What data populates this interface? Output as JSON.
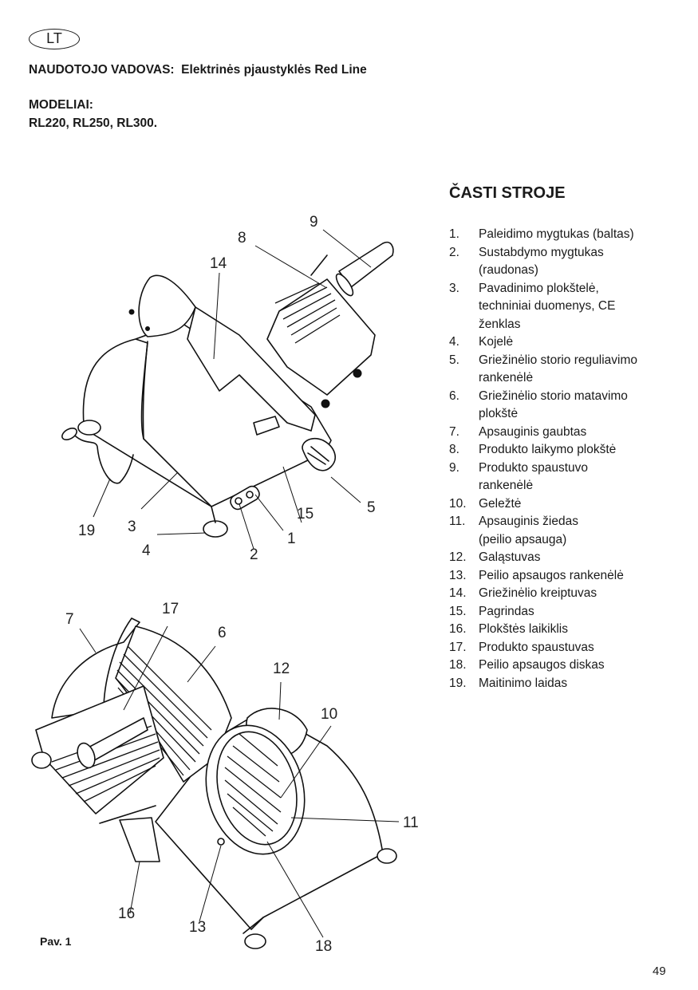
{
  "header": {
    "language_badge": "LT",
    "manual_title": "NAUDOTOJO VADOVAS:  Elektrinės pjaustyklės Red Line",
    "models_label": "MODELIAI:",
    "models_value": "RL220, RL250, RL300."
  },
  "parts": {
    "heading": "ČASTI STROJE",
    "items": [
      {
        "num": "1.",
        "lines": [
          "Paleidimo mygtukas (baltas)"
        ]
      },
      {
        "num": "2.",
        "lines": [
          "Sustabdymo mygtukas",
          "(raudonas)"
        ]
      },
      {
        "num": "3.",
        "lines": [
          "Pavadinimo plokštelė,",
          "techniniai duomenys, CE",
          "ženklas"
        ]
      },
      {
        "num": "4.",
        "lines": [
          "Kojelė"
        ]
      },
      {
        "num": "5.",
        "lines": [
          "Griežinėlio storio reguliavimo",
          "rankenėlė"
        ]
      },
      {
        "num": "6.",
        "lines": [
          "Griežinėlio storio matavimo",
          "plokštė"
        ]
      },
      {
        "num": "7.",
        "lines": [
          "Apsauginis gaubtas"
        ]
      },
      {
        "num": "8.",
        "lines": [
          "Produkto laikymo plokštė"
        ]
      },
      {
        "num": "9.",
        "lines": [
          "Produkto spaustuvo",
          "rankenėlė"
        ]
      },
      {
        "num": "10.",
        "lines": [
          "Geležtė"
        ]
      },
      {
        "num": "11.",
        "lines": [
          "Apsauginis žiedas",
          "(peilio apsauga)"
        ]
      },
      {
        "num": "12.",
        "lines": [
          "Galąstuvas"
        ]
      },
      {
        "num": "13.",
        "lines": [
          "Peilio apsaugos rankenėlė"
        ]
      },
      {
        "num": "14.",
        "lines": [
          "Griežinėlio kreiptuvas"
        ]
      },
      {
        "num": "15.",
        "lines": [
          "Pagrindas"
        ]
      },
      {
        "num": "16.",
        "lines": [
          "Plokštės laikiklis"
        ]
      },
      {
        "num": "17.",
        "lines": [
          "Produkto spaustuvas"
        ]
      },
      {
        "num": "18.",
        "lines": [
          "Peilio apsaugos diskas"
        ]
      },
      {
        "num": "19.",
        "lines": [
          "Maitinimo laidas"
        ]
      }
    ]
  },
  "figure": {
    "top_callouts": [
      "9",
      "8",
      "14",
      "5",
      "15",
      "1",
      "2",
      "4",
      "3",
      "19"
    ],
    "bottom_callouts": [
      "7",
      "17",
      "6",
      "12",
      "10",
      "11",
      "16",
      "13",
      "18"
    ],
    "caption": "Pav. 1"
  },
  "footer": {
    "page_number": "49"
  }
}
